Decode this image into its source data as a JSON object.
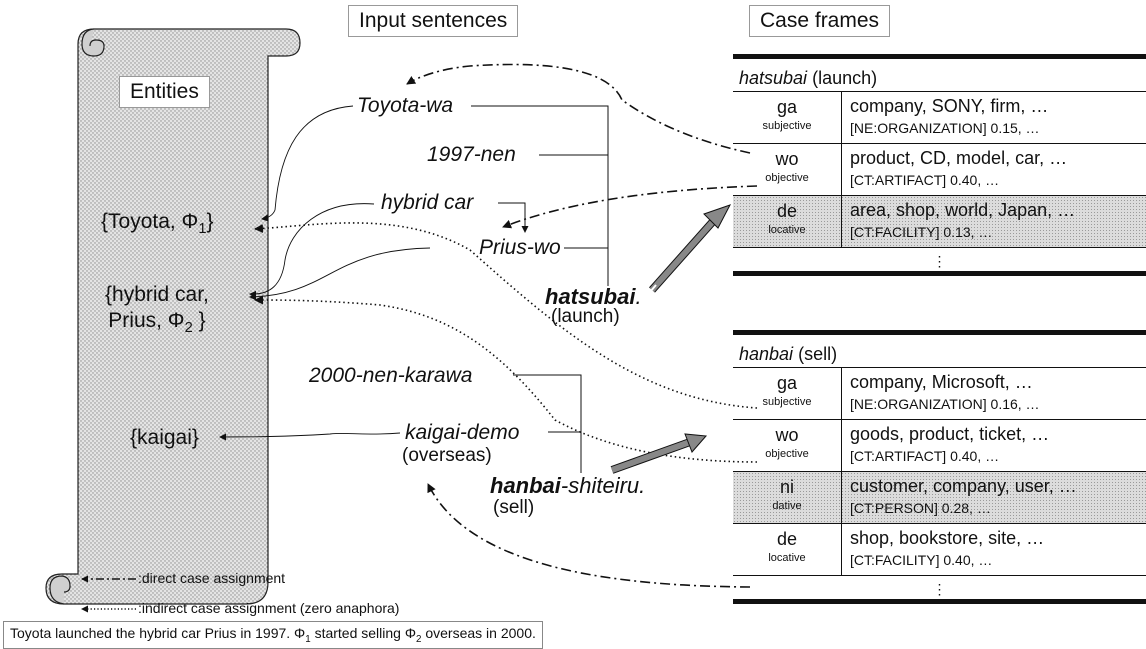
{
  "labels": {
    "entities": "Entities",
    "input_sentences": "Input sentences",
    "case_frames": "Case frames"
  },
  "entities": [
    {
      "text": "{Toyota, Φ",
      "sub": "1",
      "tail": "}"
    },
    {
      "line1": "{hybrid car,",
      "text": "Prius, Φ",
      "sub": "2",
      "tail": " }"
    },
    {
      "text": "{kaigai}"
    }
  ],
  "sentences": {
    "toyota_wa": "Toyota-wa",
    "nen_1997": "1997-nen",
    "hybrid_car": "hybrid car",
    "prius_wo": "Prius-wo",
    "hatsubai": "hatsubai",
    "hatsubai_end": ".",
    "launch": "(launch)",
    "nen_2000": "2000-nen-karawa",
    "kaigai_demo": "kaigai-demo",
    "overseas": "(overseas)",
    "hanbai": "hanbai",
    "hanbai_rest": "-shiteiru.",
    "sell": "(sell)"
  },
  "frames": [
    {
      "verb": "hatsubai",
      "gloss": "(launch)",
      "rows": [
        {
          "case": "ga",
          "role": "subjective",
          "words": "company, SONY, firm, …",
          "stat": "[NE:ORGANIZATION]  0.15, …",
          "shaded": false
        },
        {
          "case": "wo",
          "role": "objective",
          "words": "product, CD, model, car,  …",
          "stat": "[CT:ARTIFACT]  0.40, …",
          "shaded": false
        },
        {
          "case": "de",
          "role": "locative",
          "words": "area, shop, world, Japan, …",
          "stat": "[CT:FACILITY]  0.13, …",
          "shaded": true
        }
      ],
      "ellipsis": "⋮"
    },
    {
      "verb": "hanbai",
      "gloss": "(sell)",
      "rows": [
        {
          "case": "ga",
          "role": "subjective",
          "words": "company, Microsoft, …",
          "stat": "[NE:ORGANIZATION]  0.16, …",
          "shaded": false
        },
        {
          "case": "wo",
          "role": "objective",
          "words": "goods, product, ticket, …",
          "stat": "[CT:ARTIFACT]  0.40, …",
          "shaded": false
        },
        {
          "case": "ni",
          "role": "dative",
          "words": "customer, company, user, …",
          "stat": "[CT:PERSON]  0.28, …",
          "shaded": true
        },
        {
          "case": "de",
          "role": "locative",
          "words": "shop, bookstore, site, …",
          "stat": "[CT:FACILITY]  0.40, …",
          "shaded": false
        }
      ],
      "ellipsis": "⋮"
    }
  ],
  "legend": {
    "direct": ":direct case assignment",
    "indirect": ":indirect case assignment (zero anaphora)"
  },
  "note": {
    "p1": "Toyota launched the hybrid car Prius in 1997. Φ",
    "s1": "1",
    "p2": " started selling Φ",
    "s2": "2",
    "p3": " overseas in 2000."
  }
}
